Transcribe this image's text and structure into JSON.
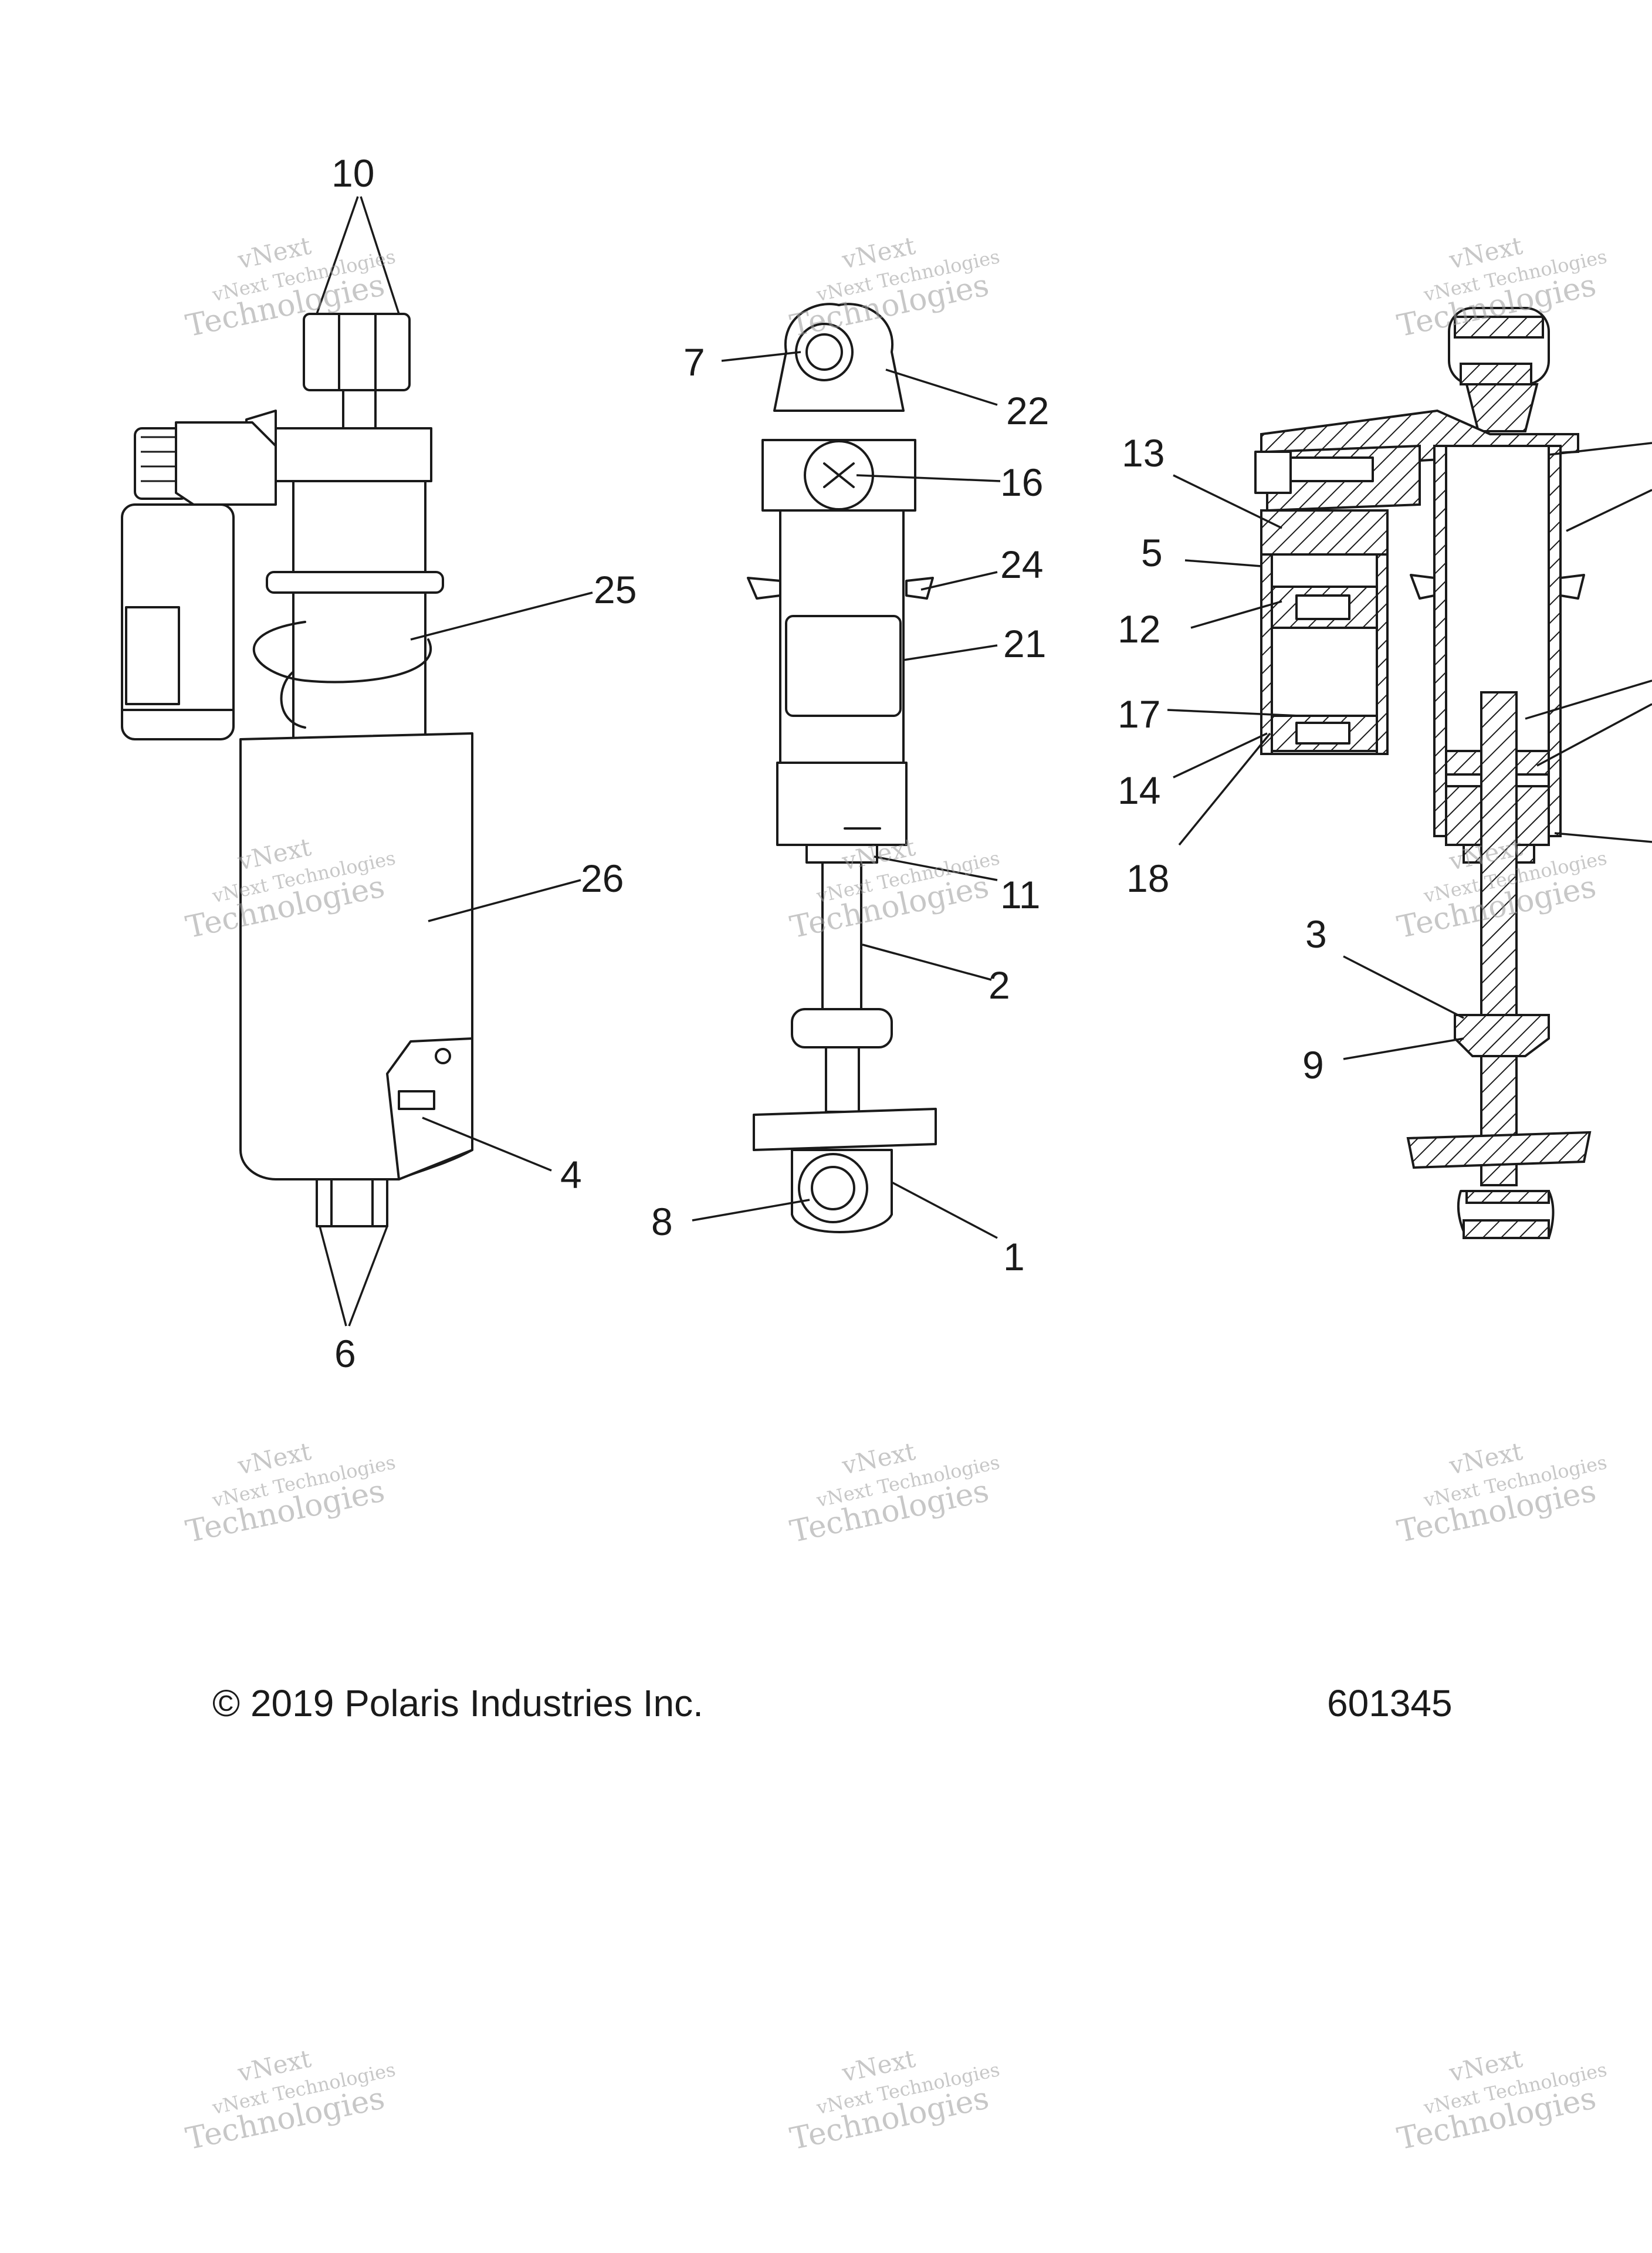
{
  "callouts": [
    {
      "id": "10",
      "label": "10"
    },
    {
      "id": "7",
      "label": "7"
    },
    {
      "id": "22",
      "label": "22"
    },
    {
      "id": "16",
      "label": "16"
    },
    {
      "id": "24",
      "label": "24"
    },
    {
      "id": "21",
      "label": "21"
    },
    {
      "id": "25",
      "label": "25"
    },
    {
      "id": "26",
      "label": "26"
    },
    {
      "id": "11",
      "label": "11"
    },
    {
      "id": "2",
      "label": "2"
    },
    {
      "id": "4",
      "label": "4"
    },
    {
      "id": "8",
      "label": "8"
    },
    {
      "id": "1",
      "label": "1"
    },
    {
      "id": "6",
      "label": "6"
    },
    {
      "id": "13",
      "label": "13"
    },
    {
      "id": "5",
      "label": "5"
    },
    {
      "id": "12",
      "label": "12"
    },
    {
      "id": "17",
      "label": "17"
    },
    {
      "id": "14",
      "label": "14"
    },
    {
      "id": "18",
      "label": "18"
    },
    {
      "id": "3",
      "label": "3"
    },
    {
      "id": "9",
      "label": "9"
    }
  ],
  "footer": {
    "copyright": "© 2019 Polaris Industries Inc.",
    "figure_number": "601345"
  },
  "watermark": {
    "line1": "vNext",
    "line2": "vNext Technologies",
    "line3": "Technologies"
  }
}
